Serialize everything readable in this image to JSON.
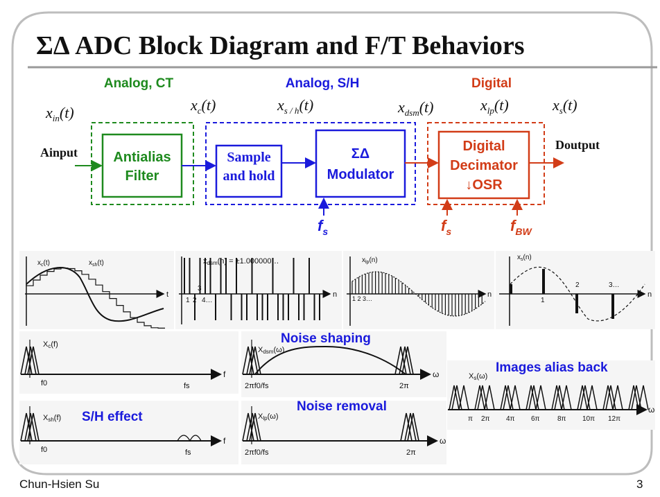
{
  "slide": {
    "title": "ΣΔ ADC Block Diagram and F/T Behaviors",
    "author": "Chun-Hsien Su",
    "page_number": "3"
  },
  "sections": {
    "analog_ct": "Analog, CT",
    "analog_sh": "Analog, S/H",
    "digital": "Digital"
  },
  "signals": {
    "xin": {
      "base": "x",
      "sub": "in",
      "arg": "(t)"
    },
    "xc": {
      "base": "x",
      "sub": "c",
      "arg": "(t)"
    },
    "xsh": {
      "base": "x",
      "sub": "s / h",
      "arg": "(t)"
    },
    "xdsm": {
      "base": "x",
      "sub": "dsm",
      "arg": "(t)"
    },
    "xlp": {
      "base": "x",
      "sub": "lp",
      "arg": "(t)"
    },
    "xs": {
      "base": "x",
      "sub": "s",
      "arg": "(t)"
    }
  },
  "blocks": {
    "antialias": [
      "Antialias",
      "Filter"
    ],
    "sample_hold": [
      "Sample",
      "and hold"
    ],
    "modulator": [
      "ΣΔ",
      "Modulator"
    ],
    "decimator": [
      "Digital",
      "Decimator",
      "↓OSR"
    ]
  },
  "io": {
    "input": "Ainput",
    "output": "Doutput"
  },
  "clocks": {
    "fs": {
      "base": "f",
      "sub": "s"
    },
    "fbw": {
      "base": "f",
      "sub": "BW"
    }
  },
  "time_plots": {
    "xc": {
      "label": "x",
      "sub": "c",
      "arg": "(t)",
      "label2": "x",
      "sub2": "sh",
      "arg2": "(t)",
      "axis": "t"
    },
    "xdsm": {
      "label": "x",
      "sub": "dsm",
      "arg": "(n) = ±1.000000…",
      "ticks": [
        "1",
        "2",
        "3",
        "4…"
      ],
      "axis": "n"
    },
    "xlp": {
      "label": "x",
      "sub": "lp",
      "arg": "(n)",
      "ticks": "1 2 3…",
      "axis": "n"
    },
    "xs": {
      "label": "x",
      "sub": "s",
      "arg": "(n)",
      "ticks": [
        "1",
        "2",
        "3…"
      ],
      "axis": "n"
    }
  },
  "freq_plots": {
    "xc": {
      "label": "X",
      "sub": "c",
      "arg": "(f)",
      "axis": "f",
      "ticks": [
        "f0",
        "fs"
      ]
    },
    "xsh": {
      "label": "X",
      "sub": "sh",
      "arg": "(f)",
      "axis": "f",
      "ticks": [
        "f0",
        "fs"
      ]
    },
    "xdsm": {
      "label": "X",
      "sub": "dsm",
      "arg": "(ω)",
      "axis": "ω",
      "ticks": [
        "2πf0/fs",
        "2π"
      ]
    },
    "xlp": {
      "label": "X",
      "sub": "lp",
      "arg": "(ω)",
      "axis": "ω",
      "ticks": [
        "2πf0/fs",
        "2π"
      ]
    },
    "xs": {
      "label": "X",
      "sub": "s",
      "arg": "(ω)",
      "axis": "ω",
      "ticks": [
        "π",
        "2π",
        "4π",
        "6π",
        "8π",
        "10π",
        "12π"
      ]
    }
  },
  "annotations": {
    "sh_effect": "S/H effect",
    "noise_shaping": "Noise shaping",
    "noise_removal": "Noise removal",
    "images_alias": "Images alias back"
  },
  "colors": {
    "green": "#1e8a1e",
    "blue": "#1a1adc",
    "red": "#d23c17",
    "frame": "#bdbdbd"
  }
}
